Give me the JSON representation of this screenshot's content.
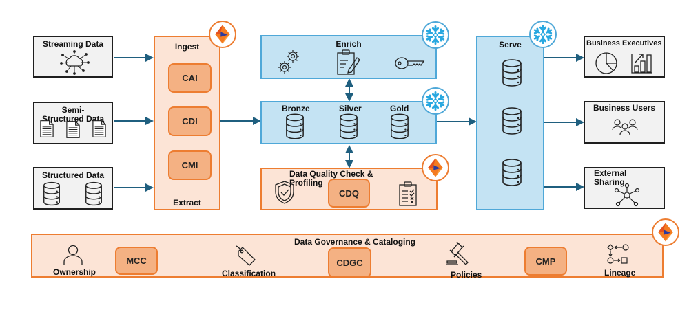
{
  "colors": {
    "orange_fill": "#fce4d6",
    "orange_border": "#ed7d31",
    "chip_fill": "#f4b183",
    "blue_fill": "#c4e3f3",
    "blue_border": "#4fa8d8",
    "arrow": "#1f5f7f",
    "source_fill": "#f2f2f2"
  },
  "sources": [
    {
      "title": "Streaming Data",
      "icon": "cloud-network-icon"
    },
    {
      "title": "Semi-Structured Data",
      "icon": "document-icon"
    },
    {
      "title": "Structured Data",
      "icon": "database-icon"
    }
  ],
  "ingest": {
    "title_top": "Ingest",
    "title_bottom": "Extract",
    "chips": [
      "CAI",
      "CDI",
      "CMI"
    ],
    "badge": "informatica-logo"
  },
  "enrich": {
    "title": "Enrich",
    "icons": [
      "gears-icon",
      "clipboard-edit-icon",
      "key-icon"
    ],
    "badge": "snowflake-logo"
  },
  "medallion": {
    "layers": [
      "Bronze",
      "Silver",
      "Gold"
    ],
    "badge": "snowflake-logo"
  },
  "quality": {
    "title": "Data Quality Check & Profiling",
    "chip": "CDQ",
    "icons": [
      "shield-check-icon",
      "checklist-icon"
    ],
    "badge": "informatica-logo"
  },
  "serve": {
    "title": "Serve",
    "badge": "snowflake-logo"
  },
  "consumers": [
    {
      "title": "Business Executives",
      "icons": [
        "pie-chart-icon",
        "bar-chart-icon"
      ]
    },
    {
      "title": "Business Users",
      "icons": [
        "users-icon"
      ]
    },
    {
      "title": "External Sharing",
      "icons": [
        "network-share-icon"
      ]
    }
  ],
  "governance": {
    "title": "Data Governance & Cataloging",
    "items": [
      {
        "label": "Ownership",
        "icon": "person-icon"
      },
      {
        "label": "Classification",
        "icon": "tag-icon"
      },
      {
        "label": "Policies",
        "icon": "gavel-icon"
      },
      {
        "label": "Lineage",
        "icon": "lineage-icon"
      }
    ],
    "chips": [
      "MCC",
      "CDGC",
      "CMP"
    ],
    "badge": "informatica-logo"
  }
}
